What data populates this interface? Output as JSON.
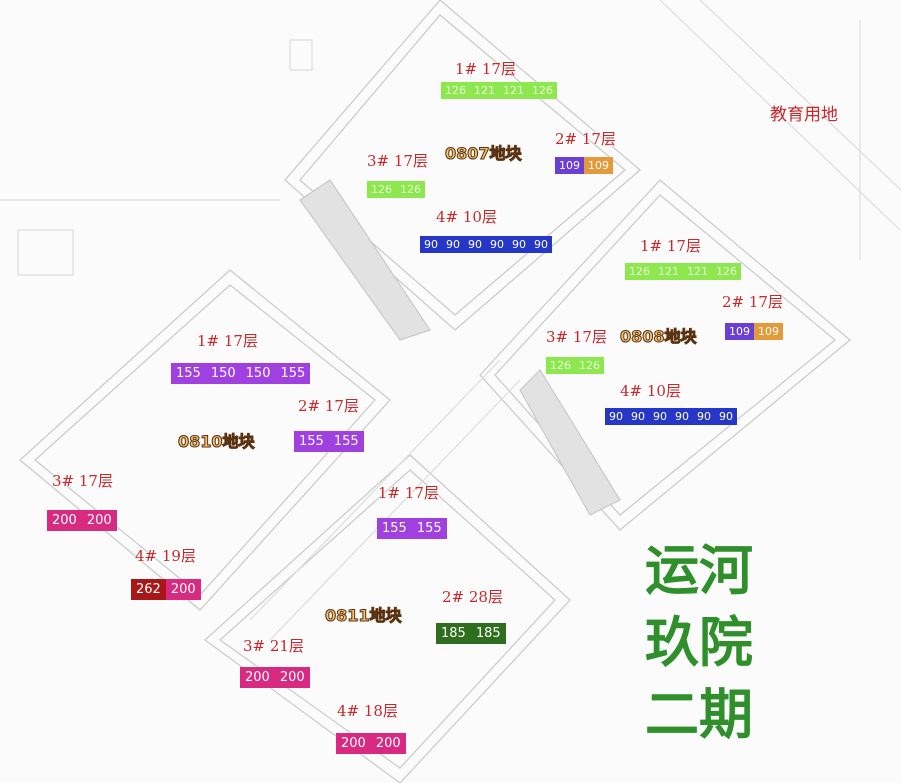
{
  "colors": {
    "label": "#c8282a",
    "green": "#8de84f",
    "purple109": "#6a3fd6",
    "orange": "#e39a3a",
    "blue": "#2637c8",
    "violet": "#a040e0",
    "pink": "#d82a80",
    "darkred": "#a81818",
    "darkgreen": "#2f6e1e",
    "project": "#2f8f2a"
  },
  "edu_land": "教育用地",
  "project": {
    "line1": "运河",
    "line2": "玖院",
    "line3": "二期"
  },
  "plots": [
    {
      "name": "0807地块",
      "buildings": [
        {
          "label": "1# 17层",
          "units": [
            {
              "v": "126",
              "c": "green"
            },
            {
              "v": "121",
              "c": "green"
            },
            {
              "v": "121",
              "c": "green"
            },
            {
              "v": "126",
              "c": "green"
            }
          ]
        },
        {
          "label": "2# 17层",
          "units": [
            {
              "v": "109",
              "c": "purple109"
            },
            {
              "v": "109",
              "c": "orange"
            }
          ]
        },
        {
          "label": "3# 17层",
          "units": [
            {
              "v": "126",
              "c": "green"
            },
            {
              "v": "126",
              "c": "green"
            }
          ]
        },
        {
          "label": "4# 10层",
          "units": [
            {
              "v": "90",
              "c": "blue"
            },
            {
              "v": "90",
              "c": "blue"
            },
            {
              "v": "90",
              "c": "blue"
            },
            {
              "v": "90",
              "c": "blue"
            },
            {
              "v": "90",
              "c": "blue"
            },
            {
              "v": "90",
              "c": "blue"
            }
          ]
        }
      ]
    },
    {
      "name": "0808地块",
      "buildings": [
        {
          "label": "1# 17层",
          "units": [
            {
              "v": "126",
              "c": "green"
            },
            {
              "v": "121",
              "c": "green"
            },
            {
              "v": "121",
              "c": "green"
            },
            {
              "v": "126",
              "c": "green"
            }
          ]
        },
        {
          "label": "2# 17层",
          "units": [
            {
              "v": "109",
              "c": "purple109"
            },
            {
              "v": "109",
              "c": "orange"
            }
          ]
        },
        {
          "label": "3# 17层",
          "units": [
            {
              "v": "126",
              "c": "green"
            },
            {
              "v": "126",
              "c": "green"
            }
          ]
        },
        {
          "label": "4# 10层",
          "units": [
            {
              "v": "90",
              "c": "blue"
            },
            {
              "v": "90",
              "c": "blue"
            },
            {
              "v": "90",
              "c": "blue"
            },
            {
              "v": "90",
              "c": "blue"
            },
            {
              "v": "90",
              "c": "blue"
            },
            {
              "v": "90",
              "c": "blue"
            }
          ]
        }
      ]
    },
    {
      "name": "0810地块",
      "buildings": [
        {
          "label": "1# 17层",
          "units": [
            {
              "v": "155",
              "c": "violet"
            },
            {
              "v": "150",
              "c": "violet"
            },
            {
              "v": "150",
              "c": "violet"
            },
            {
              "v": "155",
              "c": "violet"
            }
          ]
        },
        {
          "label": "2# 17层",
          "units": [
            {
              "v": "155",
              "c": "violet"
            },
            {
              "v": "155",
              "c": "violet"
            }
          ]
        },
        {
          "label": "3# 17层",
          "units": [
            {
              "v": "200",
              "c": "pink"
            },
            {
              "v": "200",
              "c": "pink"
            }
          ]
        },
        {
          "label": "4# 19层",
          "units": [
            {
              "v": "262",
              "c": "darkred"
            },
            {
              "v": "200",
              "c": "pink"
            }
          ]
        }
      ]
    },
    {
      "name": "0811地块",
      "buildings": [
        {
          "label": "1# 17层",
          "units": [
            {
              "v": "155",
              "c": "violet"
            },
            {
              "v": "155",
              "c": "violet"
            }
          ]
        },
        {
          "label": "2# 28层",
          "units": [
            {
              "v": "185",
              "c": "darkgreen"
            },
            {
              "v": "185",
              "c": "darkgreen"
            }
          ]
        },
        {
          "label": "3# 21层",
          "units": [
            {
              "v": "200",
              "c": "pink"
            },
            {
              "v": "200",
              "c": "pink"
            }
          ]
        },
        {
          "label": "4# 18层",
          "units": [
            {
              "v": "200",
              "c": "pink"
            },
            {
              "v": "200",
              "c": "pink"
            }
          ]
        }
      ]
    }
  ]
}
